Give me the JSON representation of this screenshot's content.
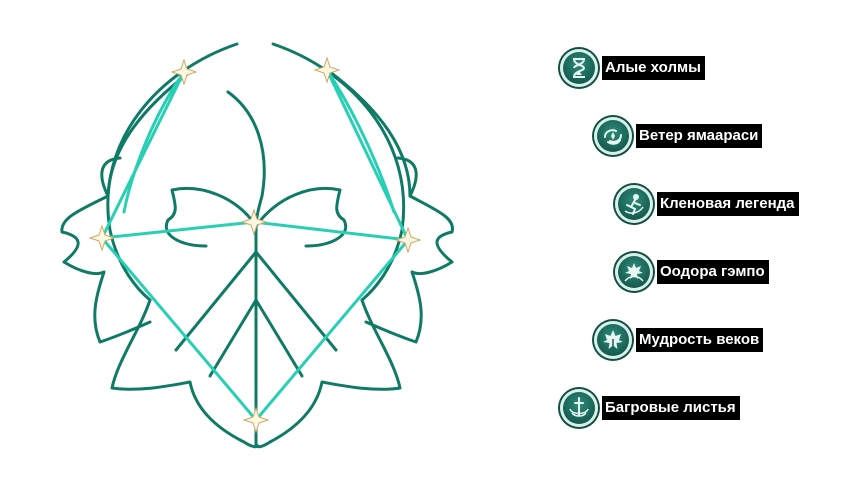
{
  "colors": {
    "outline": "#0f7a66",
    "constellation_line": "#27cfb4",
    "icon_bg": "#175e51",
    "label_bg": "#000000",
    "label_text": "#ffffff"
  },
  "talents": [
    {
      "label": "Алые холмы",
      "icon": "hourglass-icon"
    },
    {
      "label": "Ветер ямаараси",
      "icon": "whirlwind-icon"
    },
    {
      "label": "Кленовая легенда",
      "icon": "maple-figure-icon"
    },
    {
      "label": "Оодора гэмпо",
      "icon": "maple-leaf-swirl-icon"
    },
    {
      "label": "Мудрость веков",
      "icon": "maple-leaf-icon"
    },
    {
      "label": "Багровые листья",
      "icon": "sword-swirl-icon"
    }
  ]
}
